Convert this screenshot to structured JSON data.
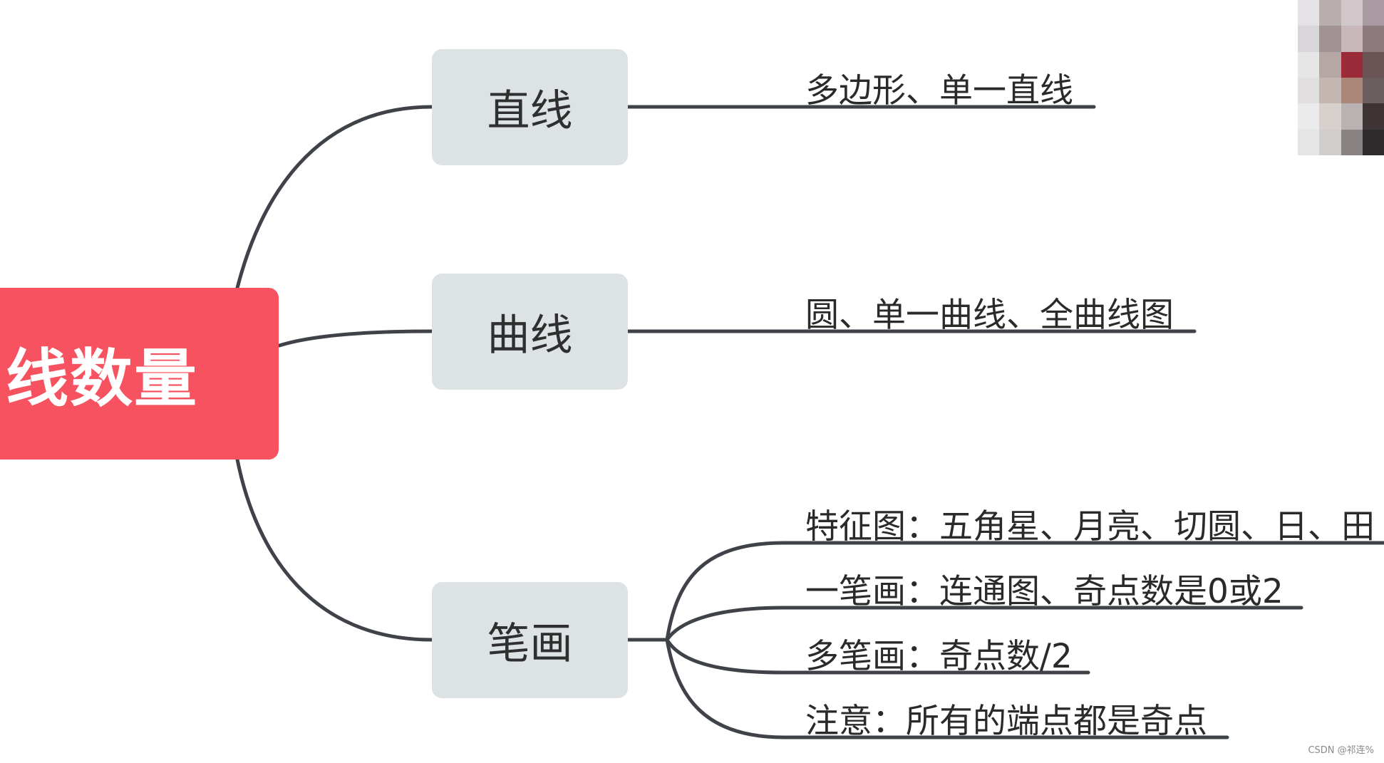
{
  "root": {
    "label": "线数量"
  },
  "branches": [
    {
      "label": "直线",
      "leaves": [
        "多边形、单一直线"
      ]
    },
    {
      "label": "曲线",
      "leaves": [
        "圆、单一曲线、全曲线图"
      ]
    },
    {
      "label": "笔画",
      "leaves": [
        "特征图：五角星、月亮、切圆、日、田",
        "一笔画：连通图、奇点数是0或2",
        "多笔画：奇点数/2",
        "注意：所有的端点都是奇点"
      ]
    }
  ],
  "watermark": "CSDN @祁连%",
  "colors": {
    "root_fill": "#f7525f",
    "branch_fill": "#dde2e4",
    "connector": "#3f4349"
  }
}
